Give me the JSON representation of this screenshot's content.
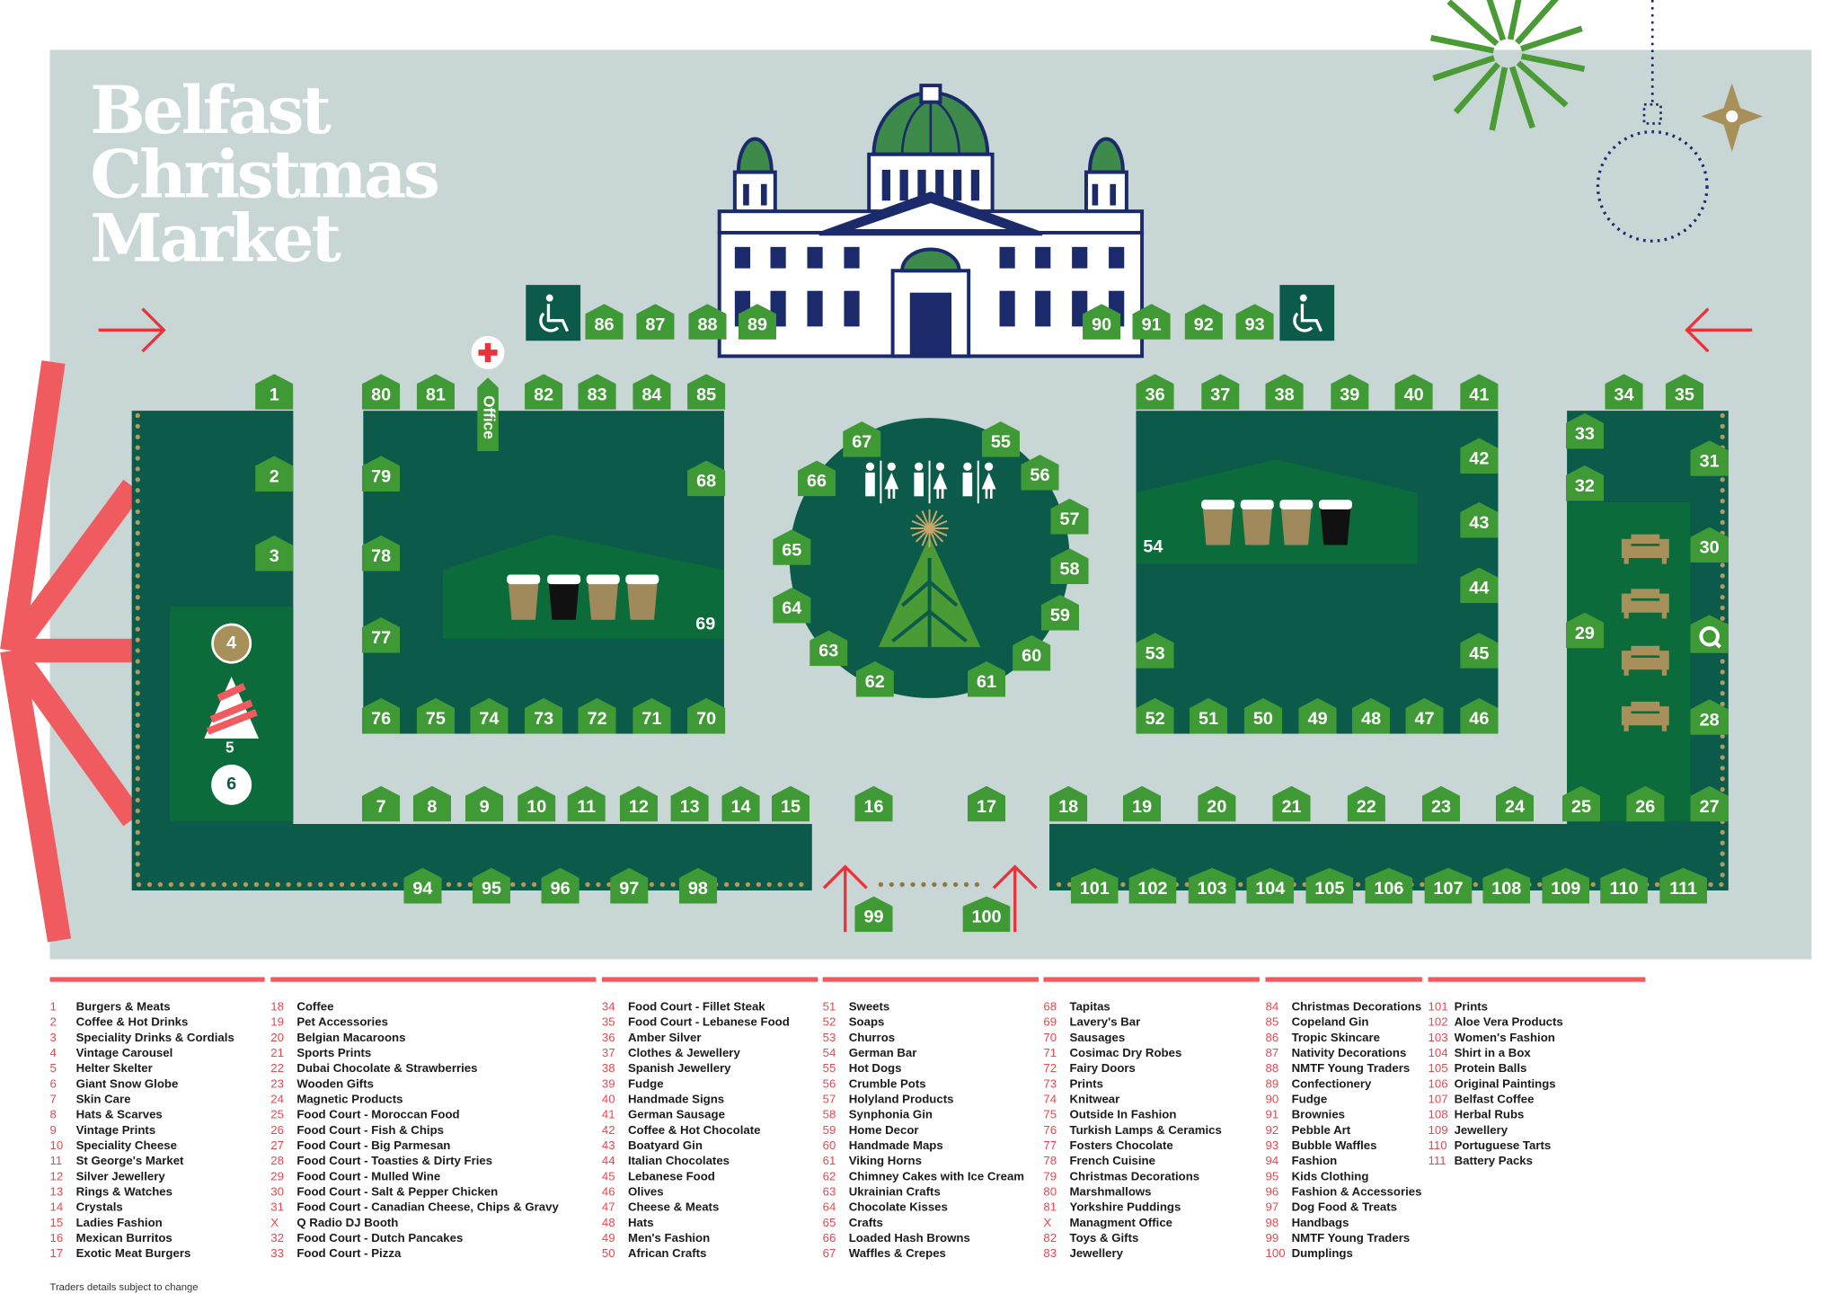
{
  "title": {
    "line1": "Belfast",
    "line2": "Christmas",
    "line3": "Market"
  },
  "colors": {
    "map_bg": "#c8d7d6",
    "block": "#0b5a4a",
    "accent_green": "#3f9a35",
    "red": "#ef5b5f",
    "navy": "#1b2a6b",
    "gold": "#a8905a"
  },
  "stalls": [
    "1",
    "2",
    "3",
    "80",
    "81",
    "82",
    "83",
    "84",
    "85",
    "79",
    "78",
    "77",
    "76",
    "75",
    "74",
    "73",
    "72",
    "71",
    "70",
    "68",
    "86",
    "87",
    "88",
    "89",
    "90",
    "91",
    "92",
    "93",
    "67",
    "55",
    "66",
    "56",
    "65",
    "57",
    "58",
    "64",
    "59",
    "63",
    "60",
    "62",
    "61",
    "36",
    "37",
    "38",
    "39",
    "40",
    "41",
    "42",
    "43",
    "44",
    "45",
    "46",
    "47",
    "48",
    "49",
    "50",
    "51",
    "52",
    "53",
    "34",
    "35",
    "33",
    "32",
    "31",
    "30",
    "29",
    "28",
    "27",
    "26",
    "25",
    "7",
    "8",
    "9",
    "10",
    "11",
    "12",
    "13",
    "14",
    "15",
    "16",
    "17",
    "18",
    "19",
    "20",
    "21",
    "22",
    "23",
    "24",
    "94",
    "95",
    "96",
    "97",
    "98",
    "99",
    "100",
    "101",
    "102",
    "103",
    "104",
    "105",
    "106",
    "107",
    "108",
    "109",
    "110",
    "111"
  ],
  "map_labels": {
    "office": "Office",
    "bar_54": "54",
    "bar_69": "69",
    "carousel_4": "4",
    "helter_5": "5",
    "globe_6": "6"
  },
  "legend": {
    "columns": [
      [
        [
          "1",
          "Burgers & Meats"
        ],
        [
          "2",
          "Coffee & Hot Drinks"
        ],
        [
          "3",
          "Speciality Drinks & Cordials"
        ],
        [
          "4",
          "Vintage Carousel"
        ],
        [
          "5",
          "Helter Skelter"
        ],
        [
          "6",
          "Giant Snow Globe"
        ],
        [
          "7",
          "Skin Care"
        ],
        [
          "8",
          "Hats & Scarves"
        ],
        [
          "9",
          "Vintage Prints"
        ],
        [
          "10",
          "Speciality Cheese"
        ],
        [
          "11",
          "St George's Market"
        ],
        [
          "12",
          "Silver Jewellery"
        ],
        [
          "13",
          "Rings & Watches"
        ],
        [
          "14",
          "Crystals"
        ],
        [
          "15",
          "Ladies Fashion"
        ],
        [
          "16",
          "Mexican Burritos"
        ],
        [
          "17",
          "Exotic Meat Burgers"
        ]
      ],
      [
        [
          "18",
          "Coffee"
        ],
        [
          "19",
          "Pet Accessories"
        ],
        [
          "20",
          "Belgian Macaroons"
        ],
        [
          "21",
          "Sports Prints"
        ],
        [
          "22",
          "Dubai Chocolate & Strawberries"
        ],
        [
          "23",
          "Wooden Gifts"
        ],
        [
          "24",
          "Magnetic Products"
        ],
        [
          "25",
          "Food Court - Moroccan Food"
        ],
        [
          "26",
          "Food Court - Fish & Chips"
        ],
        [
          "27",
          "Food Court - Big Parmesan"
        ],
        [
          "28",
          "Food Court - Toasties & Dirty Fries"
        ],
        [
          "29",
          "Food Court - Mulled Wine"
        ],
        [
          "30",
          "Food Court - Salt & Pepper Chicken"
        ],
        [
          "31",
          "Food Court - Canadian Cheese, Chips & Gravy"
        ],
        [
          "X",
          "Q Radio DJ Booth"
        ],
        [
          "32",
          "Food Court - Dutch Pancakes"
        ],
        [
          "33",
          "Food Court - Pizza"
        ]
      ],
      [
        [
          "34",
          "Food Court - Fillet Steak"
        ],
        [
          "35",
          "Food Court - Lebanese Food"
        ],
        [
          "36",
          "Amber Silver"
        ],
        [
          "37",
          "Clothes & Jewellery"
        ],
        [
          "38",
          "Spanish Jewellery"
        ],
        [
          "39",
          "Fudge"
        ],
        [
          "40",
          "Handmade Signs"
        ],
        [
          "41",
          "German Sausage"
        ],
        [
          "42",
          "Coffee & Hot Chocolate"
        ],
        [
          "43",
          "Boatyard Gin"
        ],
        [
          "44",
          "Italian Chocolates"
        ],
        [
          "45",
          "Lebanese Food"
        ],
        [
          "46",
          "Olives"
        ],
        [
          "47",
          "Cheese & Meats"
        ],
        [
          "48",
          "Hats"
        ],
        [
          "49",
          "Men's Fashion"
        ],
        [
          "50",
          "African Crafts"
        ]
      ],
      [
        [
          "51",
          "Sweets"
        ],
        [
          "52",
          "Soaps"
        ],
        [
          "53",
          "Churros"
        ],
        [
          "54",
          "German Bar"
        ],
        [
          "55",
          "Hot Dogs"
        ],
        [
          "56",
          "Crumble Pots"
        ],
        [
          "57",
          "Holyland Products"
        ],
        [
          "58",
          "Synphonia Gin"
        ],
        [
          "59",
          "Home Decor"
        ],
        [
          "60",
          "Handmade Maps"
        ],
        [
          "61",
          "Viking Horns"
        ],
        [
          "62",
          "Chimney Cakes with Ice Cream"
        ],
        [
          "63",
          "Ukrainian Crafts"
        ],
        [
          "64",
          "Chocolate Kisses"
        ],
        [
          "65",
          "Crafts"
        ],
        [
          "66",
          "Loaded Hash Browns"
        ],
        [
          "67",
          "Waffles & Crepes"
        ]
      ],
      [
        [
          "68",
          "Tapitas"
        ],
        [
          "69",
          "Lavery's Bar"
        ],
        [
          "70",
          "Sausages"
        ],
        [
          "71",
          "Cosimac Dry Robes"
        ],
        [
          "72",
          "Fairy Doors"
        ],
        [
          "73",
          "Prints"
        ],
        [
          "74",
          "Knitwear"
        ],
        [
          "75",
          "Outside In Fashion"
        ],
        [
          "76",
          "Turkish Lamps & Ceramics"
        ],
        [
          "77",
          "Fosters Chocolate"
        ],
        [
          "78",
          "French Cuisine"
        ],
        [
          "79",
          "Christmas Decorations"
        ],
        [
          "80",
          "Marshmallows"
        ],
        [
          "81",
          "Yorkshire Puddings"
        ],
        [
          "X",
          "Managment Office"
        ],
        [
          "82",
          "Toys & Gifts"
        ],
        [
          "83",
          "Jewellery"
        ]
      ],
      [
        [
          "84",
          "Christmas Decorations"
        ],
        [
          "85",
          "Copeland Gin"
        ],
        [
          "86",
          "Tropic Skincare"
        ],
        [
          "87",
          "Nativity Decorations"
        ],
        [
          "88",
          "NMTF Young Traders"
        ],
        [
          "89",
          "Confectionery"
        ],
        [
          "90",
          "Fudge"
        ],
        [
          "91",
          "Brownies"
        ],
        [
          "92",
          "Pebble Art"
        ],
        [
          "93",
          "Bubble Waffles"
        ],
        [
          "94",
          "Fashion"
        ],
        [
          "95",
          "Kids Clothing"
        ],
        [
          "96",
          "Fashion & Accessories"
        ],
        [
          "97",
          "Dog Food & Treats"
        ],
        [
          "98",
          "Handbags"
        ],
        [
          "99",
          "NMTF Young Traders"
        ],
        [
          "100",
          "Dumplings"
        ]
      ],
      [
        [
          "101",
          "Prints"
        ],
        [
          "102",
          "Aloe Vera Products"
        ],
        [
          "103",
          "Women's Fashion"
        ],
        [
          "104",
          "Shirt in a Box"
        ],
        [
          "105",
          "Protein Balls"
        ],
        [
          "106",
          "Original Paintings"
        ],
        [
          "107",
          "Belfast Coffee"
        ],
        [
          "108",
          "Herbal Rubs"
        ],
        [
          "109",
          "Jewellery"
        ],
        [
          "110",
          "Portuguese Tarts"
        ],
        [
          "111",
          "Battery Packs"
        ]
      ]
    ],
    "footnote": "Traders details subject to change"
  }
}
